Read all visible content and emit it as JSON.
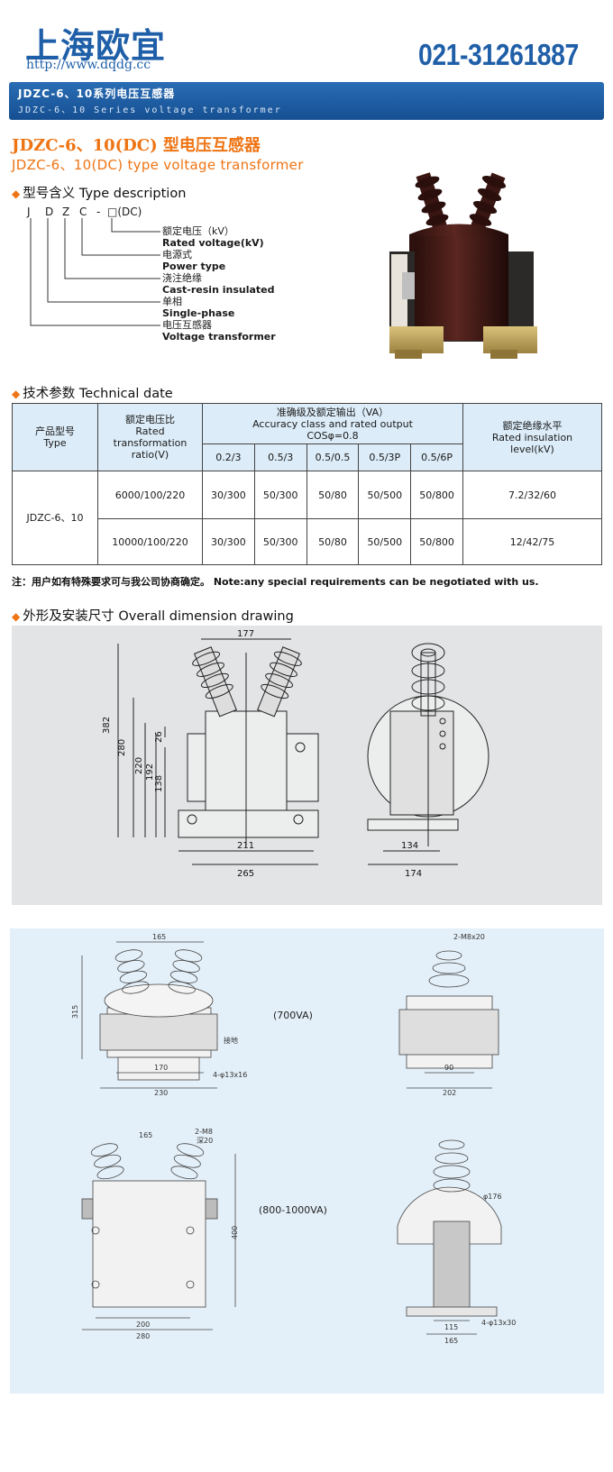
{
  "header": {
    "company": "上海欧宜",
    "url": "http://www.dqdg.cc",
    "phone": "021-31261887"
  },
  "banner": {
    "cn": "JDZC-6、10系列电压互感器",
    "en": "JDZC-6、10 Series voltage transformer"
  },
  "title": {
    "cn": "JDZC-6、10(DC) 型电压互感器",
    "en": "JDZC-6、10(DC) type voltage  transformer"
  },
  "type_desc": {
    "heading": "型号含义 Type description",
    "letters": [
      "J",
      "D",
      "Z",
      "C",
      "-",
      "□(DC)"
    ],
    "items": [
      {
        "cn": "额定电压（kV）",
        "en": "Rated voltage(kV)"
      },
      {
        "cn": "电源式",
        "en": "Power type"
      },
      {
        "cn": "浇注绝缘",
        "en": "Cast-resin insulated"
      },
      {
        "cn": "单相",
        "en": "Single-phase"
      },
      {
        "cn": "电压互感器",
        "en": "Voltage transformer"
      }
    ]
  },
  "tech": {
    "heading": "技术参数 Technical date",
    "col_type_cn": "产品型号",
    "col_type_en": "Type",
    "col_ratio_cn": "额定电压比",
    "col_ratio_en1": "Rated",
    "col_ratio_en2": "transformation",
    "col_ratio_en3": "ratio(V)",
    "col_acc_cn": "准确级及额定输出（VA）",
    "col_acc_en": "Accuracy class and rated output",
    "col_acc_cos": "COSφ=0.8",
    "classes": [
      "0.2/3",
      "0.5/3",
      "0.5/0.5",
      "0.5/3P",
      "0.5/6P"
    ],
    "col_ins_cn": "额定绝缘水平",
    "col_ins_en1": "Rated insulation",
    "col_ins_en2": "level(kV)",
    "model": "JDZC-6、10",
    "rows": [
      {
        "ratio": "6000/100/220",
        "vals": [
          "30/300",
          "50/300",
          "50/80",
          "50/500",
          "50/800"
        ],
        "ins": "7.2/32/60"
      },
      {
        "ratio": "10000/100/220",
        "vals": [
          "30/300",
          "50/300",
          "50/80",
          "50/500",
          "50/800"
        ],
        "ins": "12/42/75"
      }
    ]
  },
  "note": "注：用户如有特殊要求可与我公司协商确定。 Note:any special requirements can be negotiated with us.",
  "drawing": {
    "heading": "外形及安装尺寸 Overall dimension drawing",
    "dims1": [
      "177",
      "382",
      "280",
      "220",
      "192",
      "138",
      "26",
      "211",
      "265",
      "134",
      "174"
    ],
    "dims2": [
      "165",
      "315",
      "170",
      "230",
      "2-M8x20",
      "90",
      "202",
      "4-φ13x16",
      "接地"
    ],
    "label_700": "(700VA)",
    "dims3": [
      "165",
      "2-M8",
      "深20",
      "400",
      "200",
      "280",
      "φ176",
      "115",
      "165",
      "4-φ13x30"
    ],
    "label_800": "(800-1000VA)"
  }
}
